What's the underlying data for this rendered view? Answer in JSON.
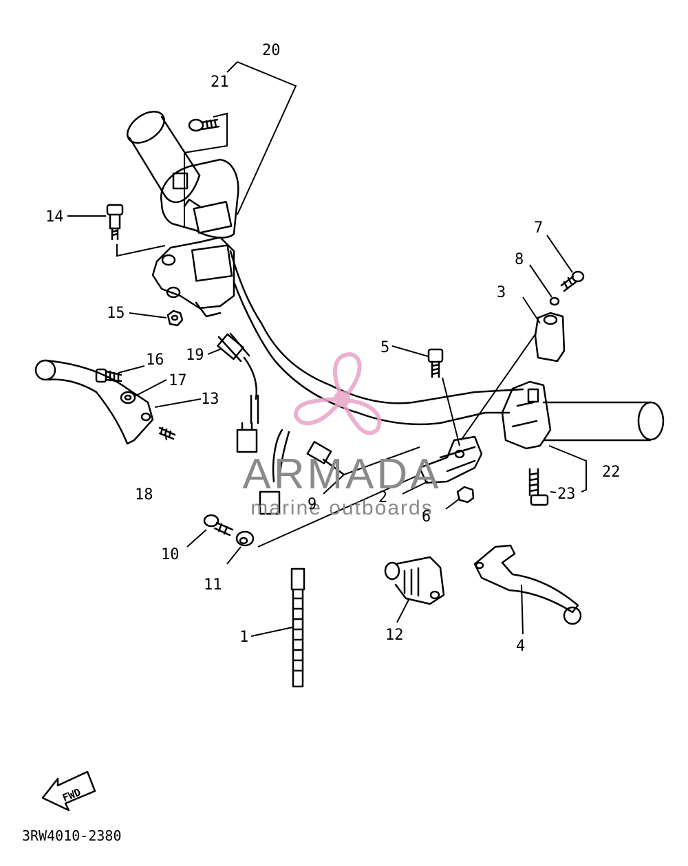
{
  "diagram_code": "3RW4010-2380",
  "fwd_label": "FWD",
  "watermark": {
    "brand": "ARMADA",
    "tagline": "marine outboards",
    "brand_color": "#8a8a8a",
    "accent_color": "#e9a3c9"
  },
  "callouts": [
    {
      "id": "c1",
      "text": "1"
    },
    {
      "id": "c2",
      "text": "2"
    },
    {
      "id": "c3",
      "text": "3"
    },
    {
      "id": "c4",
      "text": "4"
    },
    {
      "id": "c5",
      "text": "5"
    },
    {
      "id": "c6",
      "text": "6"
    },
    {
      "id": "c7",
      "text": "7"
    },
    {
      "id": "c8",
      "text": "8"
    },
    {
      "id": "c9",
      "text": "9"
    },
    {
      "id": "c10",
      "text": "10"
    },
    {
      "id": "c11",
      "text": "11"
    },
    {
      "id": "c12",
      "text": "12"
    },
    {
      "id": "c13",
      "text": "13"
    },
    {
      "id": "c14",
      "text": "14"
    },
    {
      "id": "c15",
      "text": "15"
    },
    {
      "id": "c16",
      "text": "16"
    },
    {
      "id": "c17",
      "text": "17"
    },
    {
      "id": "c18",
      "text": "18"
    },
    {
      "id": "c19",
      "text": "19"
    },
    {
      "id": "c20",
      "text": "20"
    },
    {
      "id": "c21",
      "text": "21"
    },
    {
      "id": "c22",
      "text": "22"
    },
    {
      "id": "c23",
      "text": "23"
    }
  ]
}
